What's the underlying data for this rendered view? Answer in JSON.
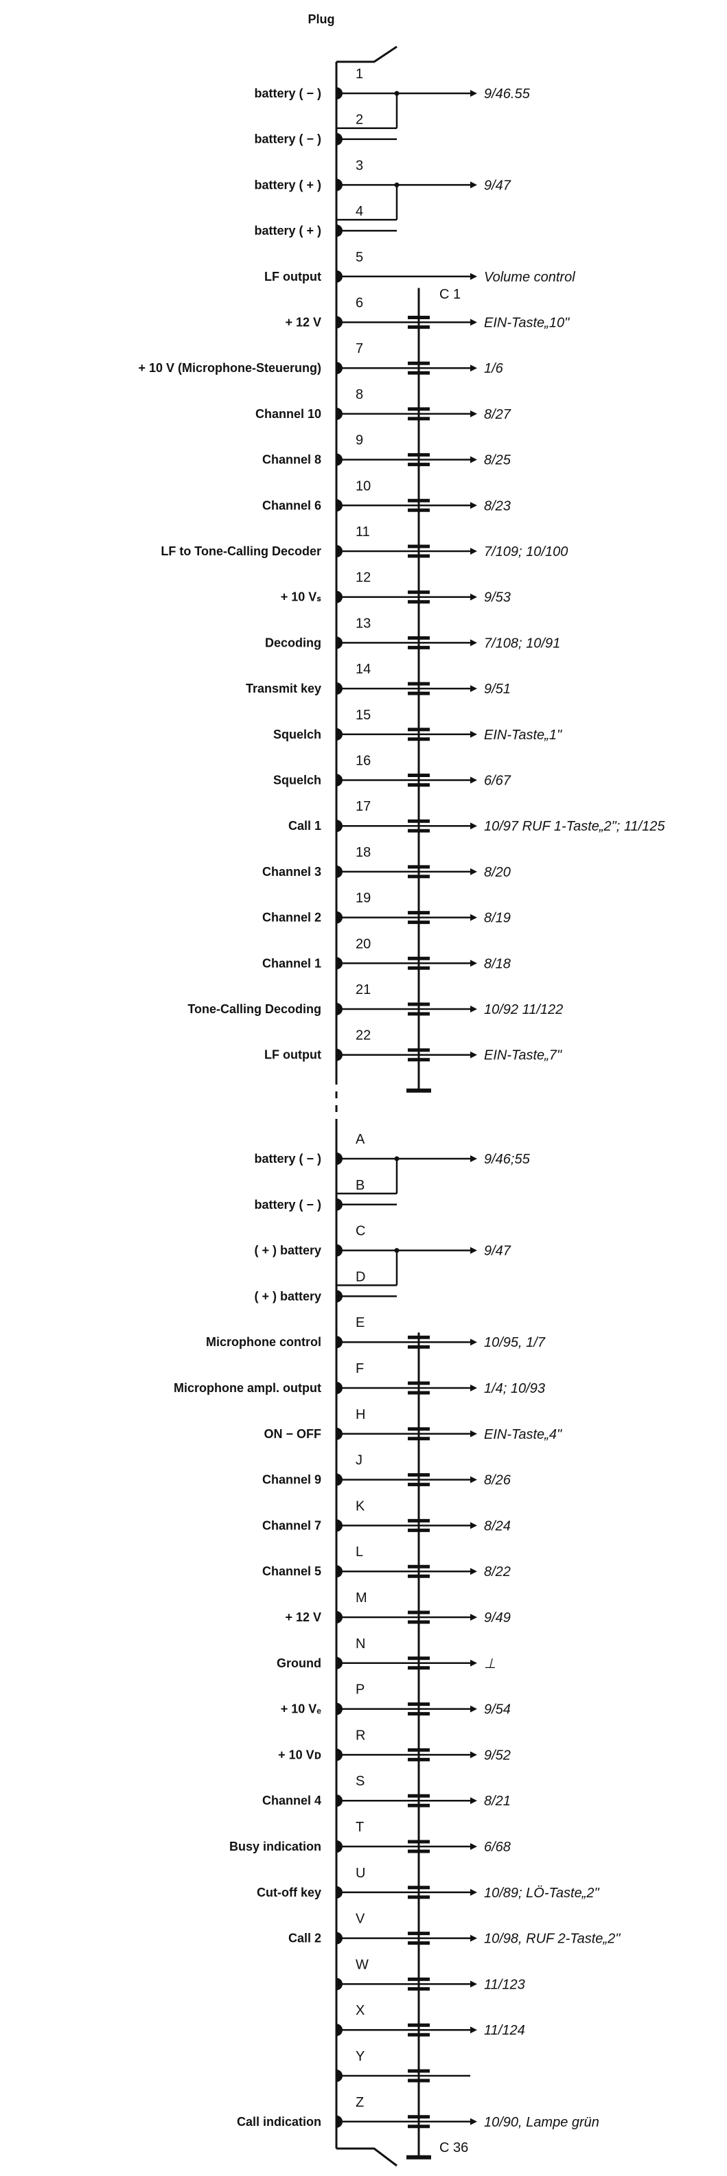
{
  "plug_label": "Plug",
  "capacitor_first_label": "C 1",
  "capacitor_last_label": "C 36",
  "pins": [
    {
      "num": "1",
      "label": "battery ( − )",
      "dest": "9/46.55",
      "cap": false,
      "join": "2"
    },
    {
      "num": "2",
      "label": "battery ( − )",
      "dest": "",
      "cap": false
    },
    {
      "num": "3",
      "label": "battery ( + )",
      "dest": "9/47",
      "cap": false,
      "join": "4"
    },
    {
      "num": "4",
      "label": "battery ( + )",
      "dest": "",
      "cap": false
    },
    {
      "num": "5",
      "label": "LF output",
      "dest": "Volume control",
      "cap": false
    },
    {
      "num": "6",
      "label": "+ 12 V",
      "dest": "EIN-Taste„10\"",
      "cap": true
    },
    {
      "num": "7",
      "label": "+ 10 V  (Microphone-Steuerung)",
      "dest": "1/6",
      "cap": true
    },
    {
      "num": "8",
      "label": "Channel 10",
      "dest": "8/27",
      "cap": true
    },
    {
      "num": "9",
      "label": "Channel 8",
      "dest": "8/25",
      "cap": true
    },
    {
      "num": "10",
      "label": "Channel 6",
      "dest": "8/23",
      "cap": true
    },
    {
      "num": "11",
      "label": "LF to Tone-Calling Decoder",
      "dest": "7/109; 10/100",
      "cap": true
    },
    {
      "num": "12",
      "label": "+ 10 Vₛ",
      "dest": "9/53",
      "cap": true
    },
    {
      "num": "13",
      "label": "Decoding",
      "dest": "7/108; 10/91",
      "cap": true
    },
    {
      "num": "14",
      "label": "Transmit key",
      "dest": "9/51",
      "cap": true
    },
    {
      "num": "15",
      "label": "Squelch",
      "dest": "EIN-Taste„1\"",
      "cap": true
    },
    {
      "num": "16",
      "label": "Squelch",
      "dest": "6/67",
      "cap": true
    },
    {
      "num": "17",
      "label": "Call 1",
      "dest": "10/97 RUF 1-Taste„2\"; 11/125",
      "cap": true
    },
    {
      "num": "18",
      "label": "Channel 3",
      "dest": "8/20",
      "cap": true
    },
    {
      "num": "19",
      "label": "Channel 2",
      "dest": "8/19",
      "cap": true
    },
    {
      "num": "20",
      "label": "Channel 1",
      "dest": "8/18",
      "cap": true
    },
    {
      "num": "21",
      "label": "Tone-Calling Decoding",
      "dest": "10/92  11/122",
      "cap": true
    },
    {
      "num": "22",
      "label": "LF output",
      "dest": "EIN-Taste„7\"",
      "cap": true
    },
    {
      "num": "A",
      "label": "battery ( − )",
      "dest": "9/46;55",
      "cap": false,
      "join": "B"
    },
    {
      "num": "B",
      "label": "battery ( − )",
      "dest": "",
      "cap": false
    },
    {
      "num": "C",
      "label": "( + ) battery",
      "dest": "9/47",
      "cap": false,
      "join": "D"
    },
    {
      "num": "D",
      "label": "( + ) battery",
      "dest": "",
      "cap": false
    },
    {
      "num": "E",
      "label": "Microphone control",
      "dest": "10/95, 1/7",
      "cap": true
    },
    {
      "num": "F",
      "label": "Microphone ampl. output",
      "dest": "1/4; 10/93",
      "cap": true
    },
    {
      "num": "H",
      "label": "ON − OFF",
      "dest": "EIN-Taste„4\"",
      "cap": true
    },
    {
      "num": "J",
      "label": "Channel 9",
      "dest": "8/26",
      "cap": true
    },
    {
      "num": "K",
      "label": "Channel 7",
      "dest": "8/24",
      "cap": true
    },
    {
      "num": "L",
      "label": "Channel 5",
      "dest": "8/22",
      "cap": true
    },
    {
      "num": "M",
      "label": "+ 12 V",
      "dest": "9/49",
      "cap": true
    },
    {
      "num": "N",
      "label": "Ground",
      "dest": "⊥",
      "cap": true
    },
    {
      "num": "P",
      "label": "+ 10 Vₑ",
      "dest": "9/54",
      "cap": true
    },
    {
      "num": "R",
      "label": "+ 10 Vᴅ",
      "dest": "9/52",
      "cap": true
    },
    {
      "num": "S",
      "label": "Channel 4",
      "dest": "8/21",
      "cap": true
    },
    {
      "num": "T",
      "label": "Busy indication",
      "dest": "6/68",
      "cap": true
    },
    {
      "num": "U",
      "label": "Cut-off key",
      "dest": "10/89; LÖ-Taste„2\"",
      "cap": true
    },
    {
      "num": "V",
      "label": "Call 2",
      "dest": "10/98, RUF 2-Taste„2\"",
      "cap": true
    },
    {
      "num": "W",
      "label": "",
      "dest": "11/123",
      "cap": true
    },
    {
      "num": "X",
      "label": "",
      "dest": "11/124",
      "cap": true
    },
    {
      "num": "Y",
      "label": "",
      "dest": "",
      "cap": true
    },
    {
      "num": "Z",
      "label": "Call indication",
      "dest": "10/90, Lampe grün",
      "cap": true
    }
  ]
}
